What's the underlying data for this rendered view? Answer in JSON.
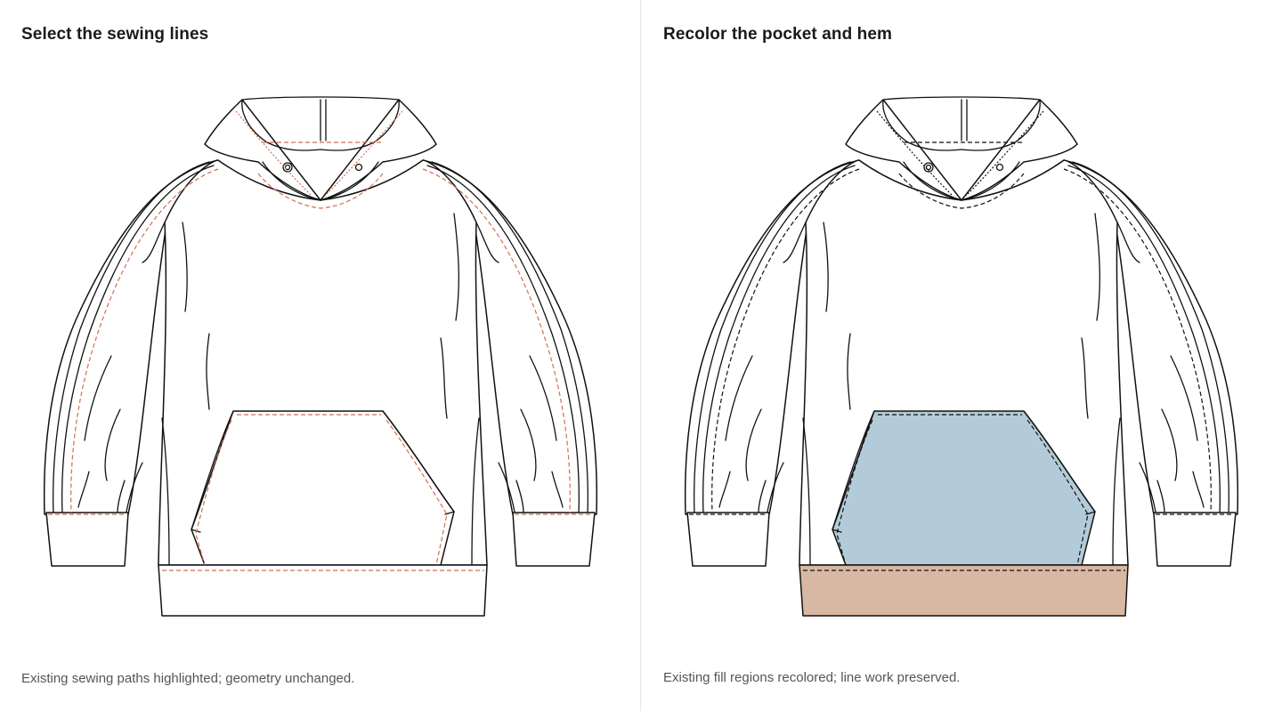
{
  "panels": [
    {
      "title": "Select the sewing lines",
      "caption": "Existing sewing paths highlighted; geometry unchanged.",
      "mode": "stitches"
    },
    {
      "title": "Recolor the pocket and hem",
      "caption": "Existing fill regions recolored; line work preserved.",
      "mode": "fills"
    }
  ],
  "colors": {
    "line_work": "#111111",
    "stitch_highlight": "#d0714f",
    "stitch_default": "#111111",
    "pocket_fill": "#b3cbd8",
    "hem_fill": "#d8b8a3",
    "garment_fill": "#ffffff"
  }
}
